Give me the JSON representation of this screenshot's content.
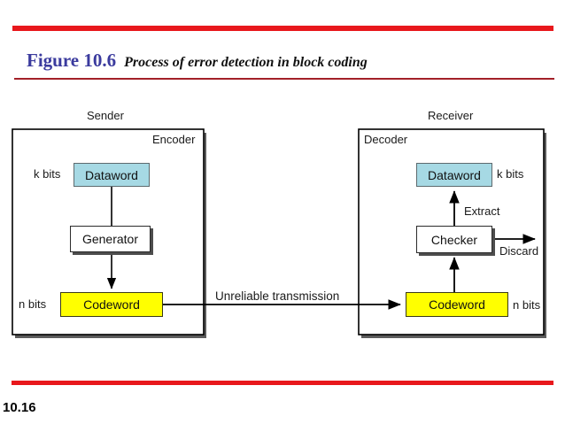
{
  "slide": {
    "number": "10.16",
    "title_figure": "Figure 10.6",
    "title_caption": "Process of error detection in block coding",
    "colors": {
      "rule_red": "#e8181c",
      "rule_thin_red": "#a32028",
      "figure_blue": "#3b3b9e",
      "dataword_fill": "#a6d9e4",
      "codeword_fill": "#ffff00",
      "box_fill": "#ffffff",
      "line": "#000000"
    }
  },
  "diagram": {
    "type": "block-diagram",
    "sender": {
      "container_label": "Sender",
      "inner_label": "Encoder",
      "blocks": [
        {
          "id": "dataword",
          "label": "Dataword",
          "side_label": "k bits",
          "fill": "#a6d9e4"
        },
        {
          "id": "generator",
          "label": "Generator",
          "side_label": "",
          "fill": "#ffffff"
        },
        {
          "id": "codeword",
          "label": "Codeword",
          "side_label": "n bits",
          "fill": "#ffff00"
        }
      ]
    },
    "channel": {
      "label": "Unreliable transmission"
    },
    "receiver": {
      "container_label": "Receiver",
      "inner_label": "Decoder",
      "blocks": [
        {
          "id": "dataword",
          "label": "Dataword",
          "side_label": "k bits",
          "fill": "#a6d9e4"
        },
        {
          "id": "checker",
          "label": "Checker",
          "side_label": "",
          "fill": "#ffffff"
        },
        {
          "id": "codeword",
          "label": "Codeword",
          "side_label": "n bits",
          "fill": "#ffff00"
        }
      ],
      "arrow_labels": {
        "extract": "Extract",
        "discard": "Discard"
      }
    }
  }
}
